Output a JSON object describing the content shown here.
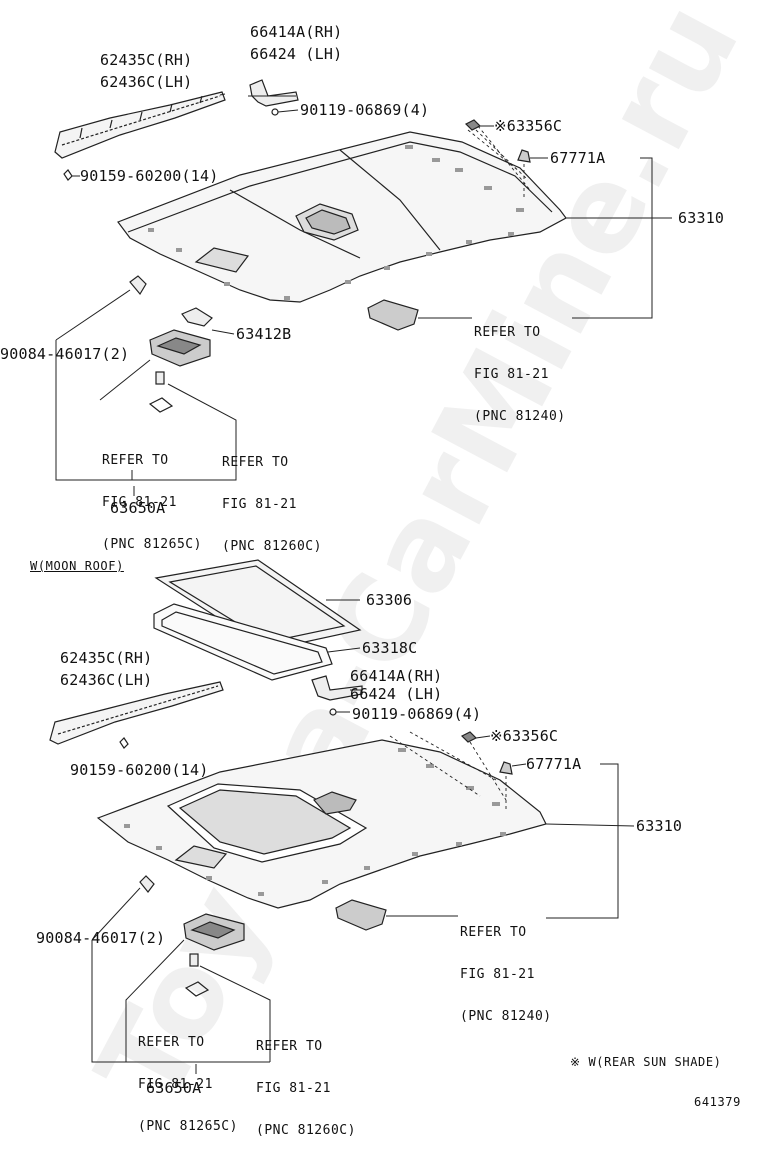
{
  "watermark": "Toyota-CarMine.ru",
  "diagram_id": "641379",
  "top": {
    "trim_label": [
      "62435C(RH)",
      "62436C(LH)"
    ],
    "bracket_label": [
      "66414A(RH)",
      "66424  (LH)"
    ],
    "screw_label": "90119-06869(4)",
    "clip_label_a": "※63356C",
    "clip_label_b": "67771A",
    "headliner_label": "63310",
    "trim_clip_label": "90159-60200(14)",
    "bracket_b_label": "63412B",
    "clip_c_label": "90084-46017(2)",
    "assy_label": "63650A",
    "ref_right": [
      "REFER TO",
      "FIG 81-21",
      "(PNC 81240)"
    ],
    "ref_left": [
      "REFER TO",
      "FIG 81-21",
      "(PNC 81265C)"
    ],
    "ref_mid": [
      "REFER TO",
      "FIG 81-21",
      "(PNC 81260C)"
    ]
  },
  "bottom": {
    "section_title": "W(MOON ROOF)",
    "frame_label": "63306",
    "seal_label": "63318C",
    "trim_label": [
      "62435C(RH)",
      "62436C(LH)"
    ],
    "bracket_label": [
      "66414A(RH)",
      "66424  (LH)"
    ],
    "screw_label": "90119-06869(4)",
    "clip_label_a": "※63356C",
    "clip_label_b": "67771A",
    "headliner_label": "63310",
    "trim_clip_label": "90159-60200(14)",
    "clip_c_label": "90084-46017(2)",
    "assy_label": "63650A",
    "ref_right": [
      "REFER TO",
      "FIG 81-21",
      "(PNC 81240)"
    ],
    "ref_left": [
      "REFER TO",
      "FIG 81-21",
      "(PNC 81265C)"
    ],
    "ref_mid": [
      "REFER TO",
      "FIG 81-21",
      "(PNC 81260C)"
    ]
  },
  "footnote": "※ W(REAR SUN SHADE)"
}
